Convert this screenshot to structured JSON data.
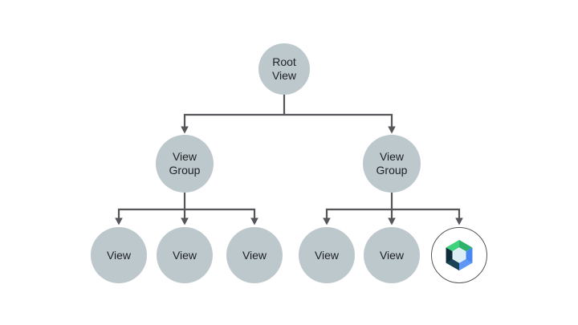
{
  "diagram": {
    "nodes": {
      "root": {
        "label": "Root View"
      },
      "group_left": {
        "label": "View Group"
      },
      "group_right": {
        "label": "View Group"
      },
      "view_1": {
        "label": "View"
      },
      "view_2": {
        "label": "View"
      },
      "view_3": {
        "label": "View"
      },
      "view_4": {
        "label": "View"
      },
      "view_5": {
        "label": "View"
      },
      "compose_node": {
        "icon": "jetpack-compose-logo"
      }
    },
    "colors": {
      "node_fill": "#bdc8cd",
      "connector": "#54565a",
      "label_text": "#1d2124",
      "compose_green_light": "#40d17d",
      "compose_green_dark": "#2fb269",
      "compose_blue": "#4886f2",
      "compose_blue_light": "#5e97f4",
      "compose_navy": "#0f2c3b",
      "compose_teal": "#1a4355",
      "compose_center": "#dcedf6"
    }
  }
}
